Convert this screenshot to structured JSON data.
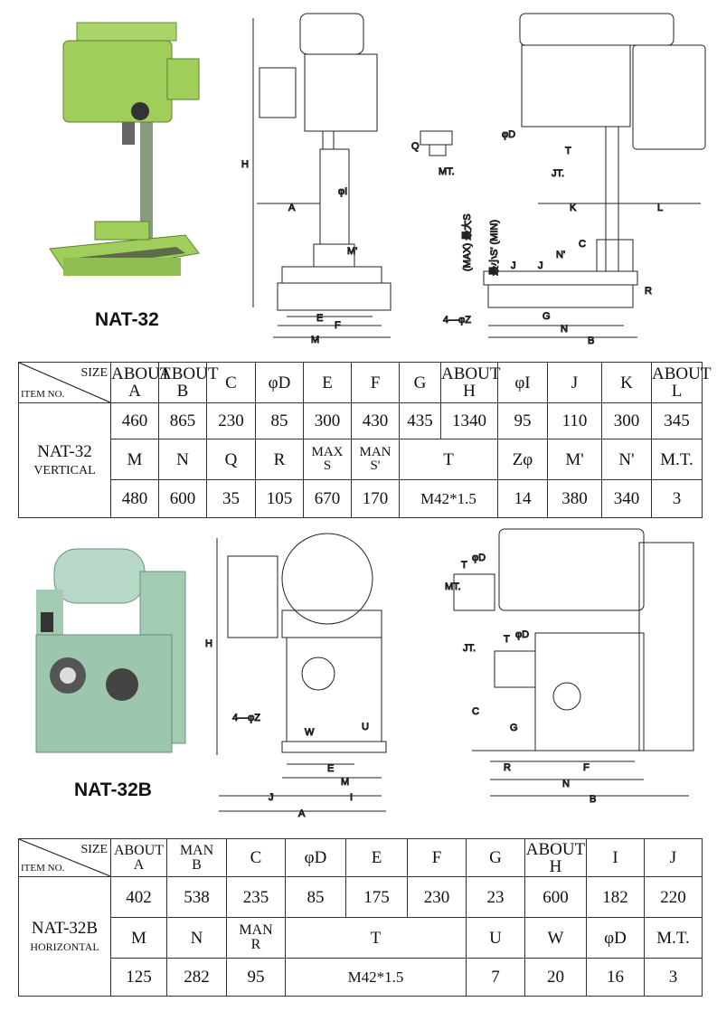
{
  "top": {
    "model": "NAT-32",
    "drawing_front_labels": [
      "H",
      "A",
      "φI",
      "M'",
      "E",
      "F",
      "M"
    ],
    "drawing_side_labels": [
      "φD",
      "Q",
      "T",
      "MT.",
      "JT.",
      "K",
      "L",
      "(MAX) 最大S",
      "最小S' (MIN)",
      "C",
      "N'",
      "J",
      "J",
      "R",
      "4—φZ",
      "G",
      "N",
      "B"
    ]
  },
  "table1": {
    "corner_size": "SIZE",
    "corner_item": "ITEM NO.",
    "item_name": "NAT-32",
    "item_sub": "VERTICAL",
    "header1": [
      "ABOUT A",
      "ABOUT B",
      "C",
      "φD",
      "E",
      "F",
      "G",
      "ABOUT H",
      "φI",
      "J",
      "K",
      "ABOUT L"
    ],
    "values1": [
      "460",
      "865",
      "230",
      "85",
      "300",
      "430",
      "435",
      "1340",
      "95",
      "110",
      "300",
      "345"
    ],
    "header2": [
      "M",
      "N",
      "Q",
      "R",
      "MAX S",
      "MAN S'",
      "T",
      "Zφ",
      "M'",
      "N'",
      "M.T."
    ],
    "values2": [
      "480",
      "600",
      "35",
      "105",
      "670",
      "170",
      "M42*1.5",
      "14",
      "380",
      "340",
      "3"
    ]
  },
  "bottom": {
    "model": "NAT-32B",
    "drawing_front_labels": [
      "H",
      "4—φZ",
      "W",
      "U",
      "E",
      "M",
      "I",
      "J",
      "A"
    ],
    "drawing_side_labels": [
      "MT.",
      "T",
      "φD",
      "JT.",
      "T",
      "φD",
      "C",
      "G",
      "R",
      "F",
      "N",
      "B"
    ]
  },
  "table2": {
    "corner_size": "SIZE",
    "corner_item": "ITEM NO.",
    "item_name": "NAT-32B",
    "item_sub": "HORIZONTAL",
    "header1": [
      "ABOUT A",
      "MAN B",
      "C",
      "φD",
      "E",
      "F",
      "G",
      "ABOUT H",
      "I",
      "J"
    ],
    "values1": [
      "402",
      "538",
      "235",
      "85",
      "175",
      "230",
      "23",
      "600",
      "182",
      "220"
    ],
    "header2": [
      "M",
      "N",
      "MAN R",
      "T",
      "U",
      "W",
      "φD",
      "M.T."
    ],
    "values2": [
      "125",
      "282",
      "95",
      "M42*1.5",
      "7",
      "20",
      "16",
      "3"
    ]
  }
}
